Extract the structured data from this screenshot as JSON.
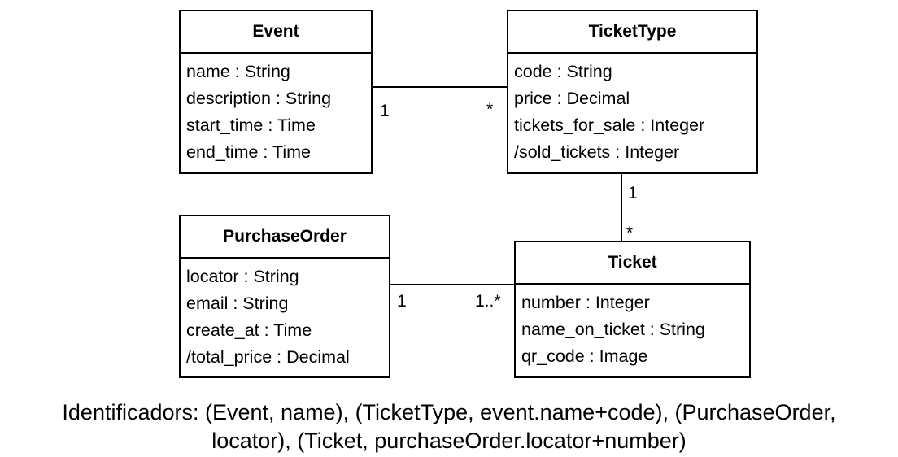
{
  "classes": {
    "event": {
      "name": "Event",
      "attributes": [
        "name : String",
        "description : String",
        "start_time : Time",
        "end_time : Time"
      ]
    },
    "ticket_type": {
      "name": "TicketType",
      "attributes": [
        "code : String",
        "price : Decimal",
        "tickets_for_sale : Integer",
        "/sold_tickets : Integer"
      ]
    },
    "purchase_order": {
      "name": "PurchaseOrder",
      "attributes": [
        "locator : String",
        "email : String",
        "create_at : Time",
        "/total_price : Decimal"
      ]
    },
    "ticket": {
      "name": "Ticket",
      "attributes": [
        "number : Integer",
        "name_on_ticket : String",
        "qr_code : Image"
      ]
    }
  },
  "associations": {
    "event_tickettype": {
      "event_end": "1",
      "tickettype_end": "*"
    },
    "tickettype_ticket": {
      "tickettype_end": "1",
      "ticket_end": "*"
    },
    "purchaseorder_ticket": {
      "purchaseorder_end": "1",
      "ticket_end": "1..*"
    }
  },
  "caption": {
    "line1": "Identificadors: (Event, name), (TicketType, event.name+code), (PurchaseOrder,",
    "line2": "locator), (Ticket, purchaseOrder.locator+number)"
  }
}
